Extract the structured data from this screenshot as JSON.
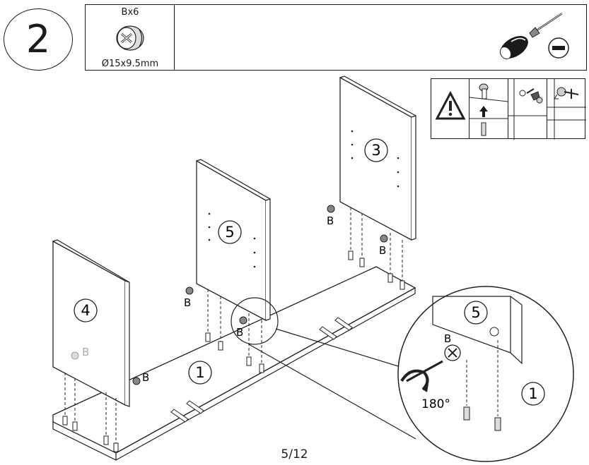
{
  "step": {
    "number": "2"
  },
  "parts": {
    "quantity": "Bx6",
    "dimensions": "Ø15x9.5mm",
    "icon": "cam-lock-icon"
  },
  "tools": {
    "icon": "flathead-screwdriver-icon",
    "bit": "flat-bit-icon"
  },
  "warning": {
    "icons": [
      "caution-icon",
      "cam-insert-icon",
      "cam-rotate-icon",
      "cam-lock-done-icon"
    ]
  },
  "panels": {
    "p1": "1",
    "p3": "3",
    "p4": "4",
    "p5": "5"
  },
  "hardware": {
    "label": "B"
  },
  "detail": {
    "panel_top": "5",
    "panel_bottom": "1",
    "hardware": "B",
    "rotation": "180°"
  },
  "page": {
    "number": "5/12"
  }
}
